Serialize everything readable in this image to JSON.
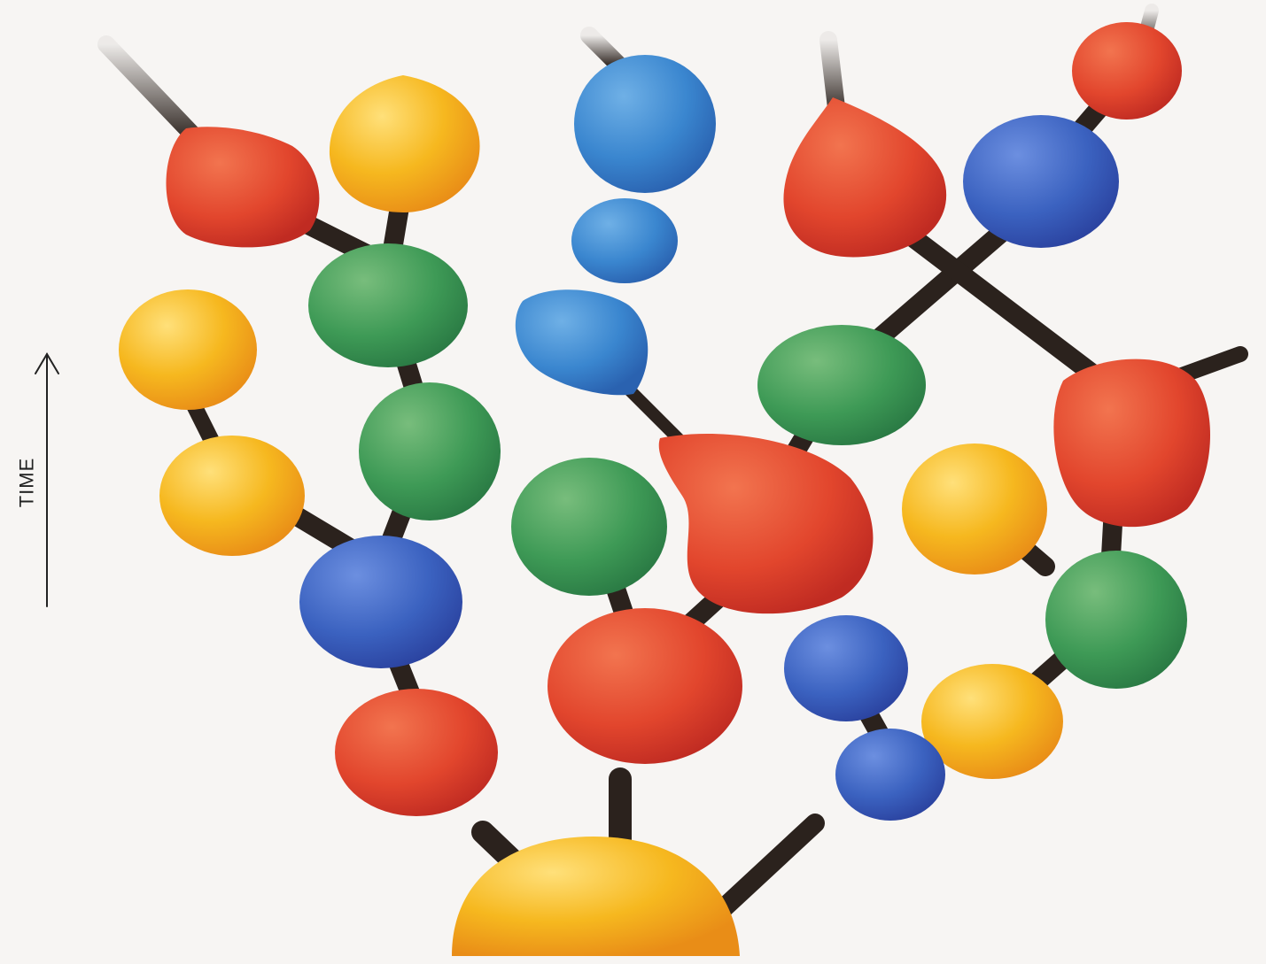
{
  "axis": {
    "label": "TIME",
    "direction": "up"
  },
  "colors": {
    "red": "#e2462d",
    "yellow": "#f6b81f",
    "green": "#3e9a56",
    "blue": "#3b62c0",
    "light_blue": "#3a86cf",
    "stem": "#2b221d",
    "background": "#f7f5f3"
  },
  "legend_colors_in_order": [
    "red",
    "yellow",
    "green",
    "blue"
  ]
}
